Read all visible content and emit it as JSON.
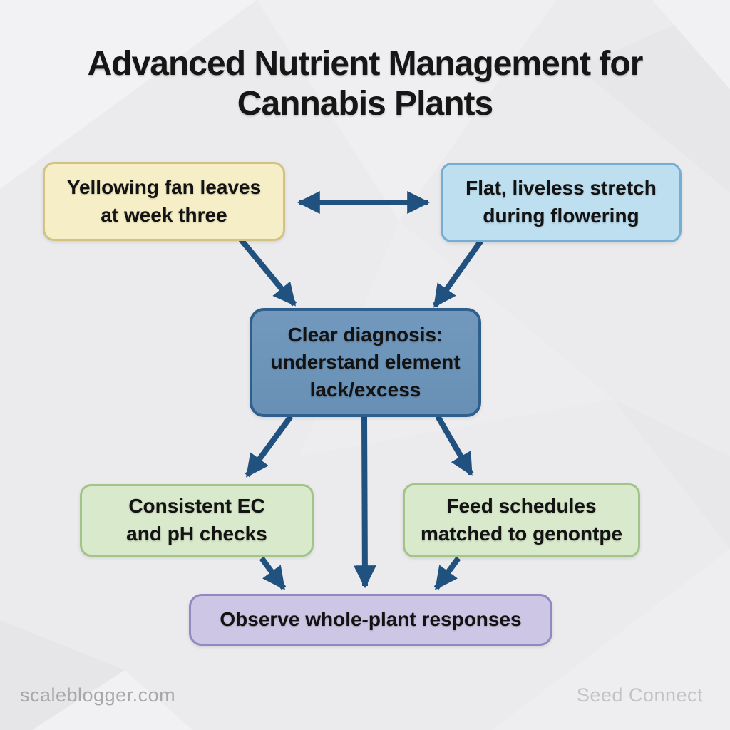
{
  "title": "Advanced Nutrient Management for\nCannabis Plants",
  "nodes": {
    "yellowing": {
      "label": "Yellowing fan leaves\nat week three",
      "fill": "#f5eec6",
      "border": "#d2c383"
    },
    "flat_stretch": {
      "label": "Flat, liveless stretch\nduring flowering",
      "fill": "#bedff0",
      "border": "#76aed3"
    },
    "diagnosis": {
      "label": "Clear diagnosis:\nunderstand element\nlack/excess",
      "fill": "#6c95ba",
      "border": "#2f5f8c"
    },
    "ec_ph": {
      "label": "Consistent EC\nand pH checks",
      "fill": "#d9e9cb",
      "border": "#a3c489"
    },
    "feed_schedule": {
      "label": "Feed schedules\nmatched to genontpe",
      "fill": "#d9e9cb",
      "border": "#a3c489"
    },
    "observe": {
      "label": "Observe whole-plant responses",
      "fill": "#cdc7e5",
      "border": "#9189c0"
    }
  },
  "edges": [
    {
      "from": "yellowing",
      "to": "flat_stretch",
      "style": "double-headed"
    },
    {
      "from": "yellowing",
      "to": "diagnosis"
    },
    {
      "from": "flat_stretch",
      "to": "diagnosis"
    },
    {
      "from": "diagnosis",
      "to": "ec_ph"
    },
    {
      "from": "diagnosis",
      "to": "observe"
    },
    {
      "from": "diagnosis",
      "to": "feed_schedule"
    },
    {
      "from": "ec_ph",
      "to": "observe"
    },
    {
      "from": "feed_schedule",
      "to": "observe"
    }
  ],
  "footer": {
    "left": "scaleblogger.com",
    "right": "Seed Connect"
  },
  "colors": {
    "arrow": "#20517f",
    "background": "#ebebed",
    "title_text": "#161616",
    "footer_left_text": "#a8a8ac",
    "footer_right_text": "#c3c3c7"
  }
}
